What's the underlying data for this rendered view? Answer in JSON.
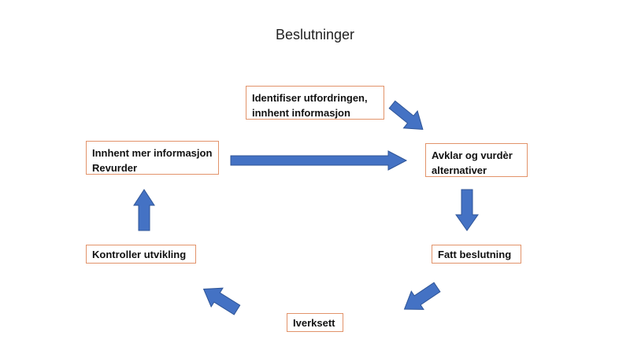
{
  "title": "Beslutninger",
  "colors": {
    "arrow": "#4472c4",
    "arrow_stroke": "#2f5597",
    "box_border": "#e2936a"
  },
  "boxes": {
    "identify": {
      "line1": "Identifiser utfordringen,",
      "line2": "innhent informasjon"
    },
    "clarify": {
      "line1": "Avklar og vurdèr",
      "line2": "alternativer"
    },
    "decide": {
      "line1": "Fatt beslutning"
    },
    "implement": {
      "line1": "Iverksett"
    },
    "control": {
      "line1": "Kontroller utvikling"
    },
    "gather": {
      "line1": "Innhent mer informasjon",
      "line2": "Revurder"
    }
  }
}
